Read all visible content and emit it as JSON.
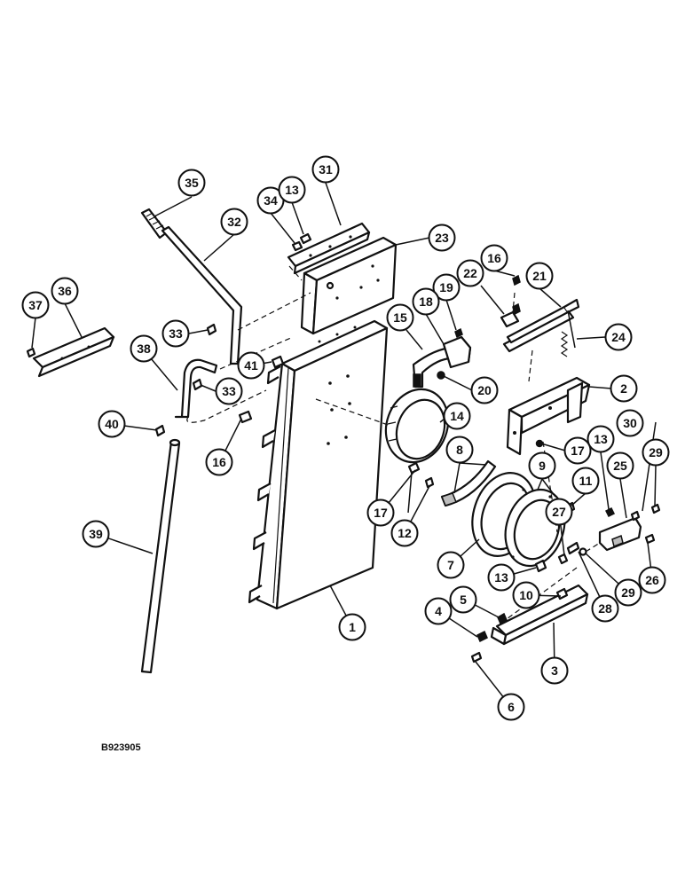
{
  "figure": {
    "reference_code": "B923905"
  },
  "callouts": [
    {
      "id": "c35",
      "label": "35"
    },
    {
      "id": "c31",
      "label": "31"
    },
    {
      "id": "c34",
      "label": "34"
    },
    {
      "id": "c13a",
      "label": "13"
    },
    {
      "id": "c32",
      "label": "32"
    },
    {
      "id": "c23",
      "label": "23"
    },
    {
      "id": "c16a",
      "label": "16"
    },
    {
      "id": "c21",
      "label": "21"
    },
    {
      "id": "c22",
      "label": "22"
    },
    {
      "id": "c37",
      "label": "37"
    },
    {
      "id": "c36",
      "label": "36"
    },
    {
      "id": "c19",
      "label": "19"
    },
    {
      "id": "c18",
      "label": "18"
    },
    {
      "id": "c15",
      "label": "15"
    },
    {
      "id": "c33a",
      "label": "33"
    },
    {
      "id": "c24",
      "label": "24"
    },
    {
      "id": "c38",
      "label": "38"
    },
    {
      "id": "c41",
      "label": "41"
    },
    {
      "id": "c33b",
      "label": "33"
    },
    {
      "id": "c20",
      "label": "20"
    },
    {
      "id": "c2",
      "label": "2"
    },
    {
      "id": "c14",
      "label": "14"
    },
    {
      "id": "c40",
      "label": "40"
    },
    {
      "id": "c16b",
      "label": "16"
    },
    {
      "id": "c17a",
      "label": "17"
    },
    {
      "id": "c30",
      "label": "30"
    },
    {
      "id": "c13b",
      "label": "13"
    },
    {
      "id": "c29a",
      "label": "29"
    },
    {
      "id": "c8",
      "label": "8"
    },
    {
      "id": "c25",
      "label": "25"
    },
    {
      "id": "c9",
      "label": "9"
    },
    {
      "id": "c11",
      "label": "11"
    },
    {
      "id": "c17b",
      "label": "17"
    },
    {
      "id": "c12",
      "label": "12"
    },
    {
      "id": "c27",
      "label": "27"
    },
    {
      "id": "c39",
      "label": "39"
    },
    {
      "id": "c7",
      "label": "7"
    },
    {
      "id": "c13c",
      "label": "13"
    },
    {
      "id": "c29b",
      "label": "29"
    },
    {
      "id": "c26",
      "label": "26"
    },
    {
      "id": "c10",
      "label": "10"
    },
    {
      "id": "c28",
      "label": "28"
    },
    {
      "id": "c5",
      "label": "5"
    },
    {
      "id": "c1",
      "label": "1"
    },
    {
      "id": "c4",
      "label": "4"
    },
    {
      "id": "c3",
      "label": "3"
    },
    {
      "id": "c6",
      "label": "6"
    }
  ]
}
